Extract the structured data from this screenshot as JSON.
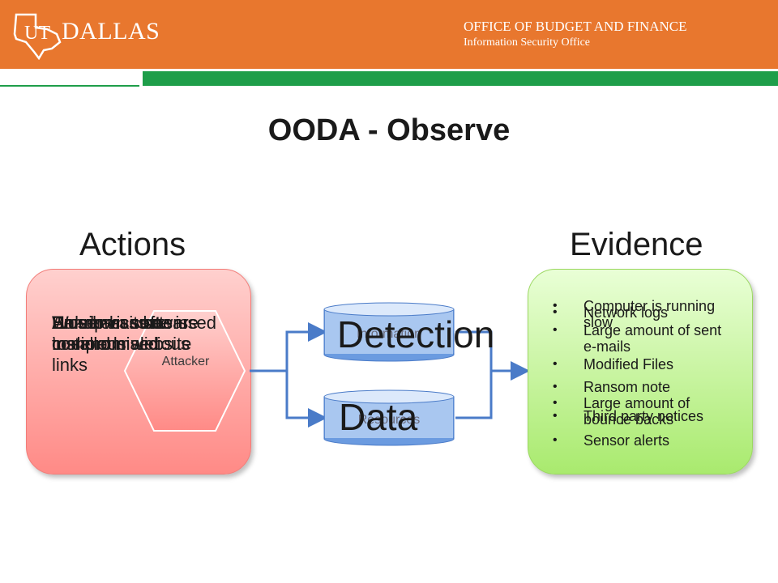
{
  "header": {
    "logo_text": "UT DALLAS",
    "logo_ut": "UT",
    "logo_dallas": "DALLAS",
    "office_title": "OFFICE OF BUDGET AND FINANCE",
    "office_sub": "Information Security Office",
    "colors": {
      "orange": "#e8772e",
      "green": "#1e9e4a"
    }
  },
  "slide": {
    "title": "OODA - Observe",
    "actions_heading": "Actions",
    "evidence_heading": "Evidence"
  },
  "actions": {
    "center_label": "Attacker",
    "texts": [
      "A user visits a malicious website",
      "Wordpress site is compromised",
      "Server has been compromised",
      "Email accounts used to send malicious links",
      "Unknown software installed"
    ]
  },
  "middle": {
    "top_cylinder": "Information",
    "bottom_cylinder": "Resources",
    "overlay_top": "Detection",
    "overlay_bottom": "Data"
  },
  "evidence": {
    "bullets": [
      "Computer is running slow",
      "Network logs",
      "Large amount of sent e-mails",
      "Modified Files",
      "Ransom note",
      "Large amount of bounce backs",
      "Third party notices",
      "Sensor alerts"
    ]
  }
}
